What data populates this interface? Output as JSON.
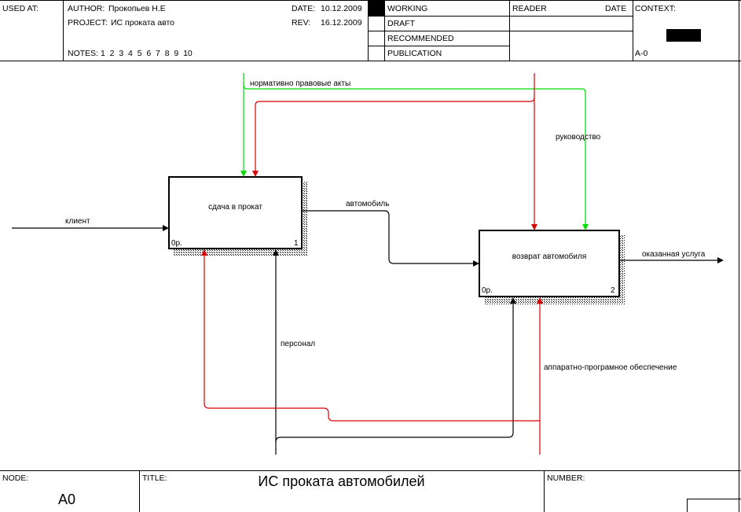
{
  "header": {
    "used_at": "USED AT:",
    "author_label": "AUTHOR:",
    "author": "Прокопьев Н.Е",
    "project_label": "PROJECT:",
    "project": "ИС проката авто",
    "notes_label": "NOTES:",
    "notes": "1  2  3  4  5  6  7  8  9  10",
    "date_label": "DATE:",
    "date": "10.12.2009",
    "rev_label": "REV:",
    "rev": "16.12.2009",
    "statuses": [
      "WORKING",
      "DRAFT",
      "RECOMMENDED",
      "PUBLICATION"
    ],
    "reader": "READER",
    "reader_date": "DATE",
    "context": "CONTEXT:",
    "context_node": "A-0"
  },
  "diagram": {
    "box1": {
      "label": "сдача в прокат",
      "cost": "0р.",
      "number": "1"
    },
    "box2": {
      "label": "возврат автомобиля",
      "cost": "0р.",
      "number": "2"
    },
    "arrows": {
      "regulations": "нормативно правовые акты",
      "management": "руководство",
      "client": "клиент",
      "car": "автомобиль",
      "service": "оказанная услуга",
      "staff": "персонал",
      "hw_sw": "аппаратно-програмное обеспечение"
    },
    "colors": {
      "green": "#00dd00",
      "red": "#dd0000",
      "black": "#000000"
    }
  },
  "footer": {
    "node_label": "NODE:",
    "node": "A0",
    "title_label": "TITLE:",
    "title": "ИС проката автомобилей",
    "number_label": "NUMBER:"
  }
}
